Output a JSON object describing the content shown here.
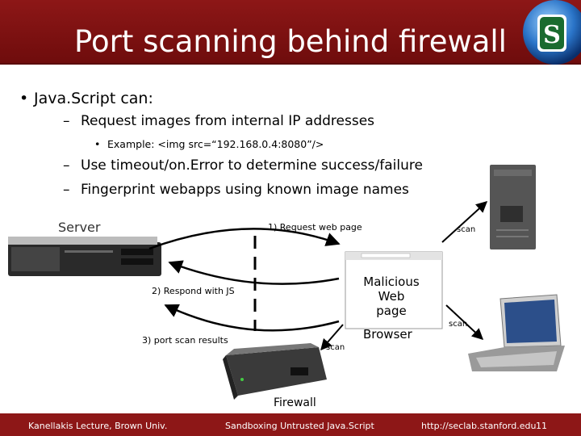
{
  "slide": {
    "title": "Port scanning behind firewall",
    "bullets": {
      "b1": "Java.Script can:",
      "b2a": "Request images from internal IP addresses",
      "b3": "Example: <img src=“192.168.0.4:8080”/>",
      "b2b": "Use timeout/on.Error to determine success/failure",
      "b2c": "Fingerprint webapps using known image names"
    }
  },
  "diagram": {
    "server_label": "Server",
    "request_label": "1) Request web page",
    "respond_label": "2) Respond with JS",
    "results_label": "3) port scan results",
    "malicious_line1": "Malicious",
    "malicious_line2": "Web page",
    "browser_label": "Browser",
    "firewall_label": "Firewall",
    "scan_top": "scan",
    "scan_mid": "scan",
    "scan_bottom": "scan"
  },
  "footer": {
    "left": "Kanellakis Lecture, Brown Univ.",
    "center": "Sandboxing Untrusted Java.Script",
    "url": "http://seclab.stanford.edu",
    "page": "11"
  },
  "colors": {
    "title_bar": "#8d1717",
    "footer_bar": "#8d1717",
    "logo_green": "#1a6b2f"
  }
}
